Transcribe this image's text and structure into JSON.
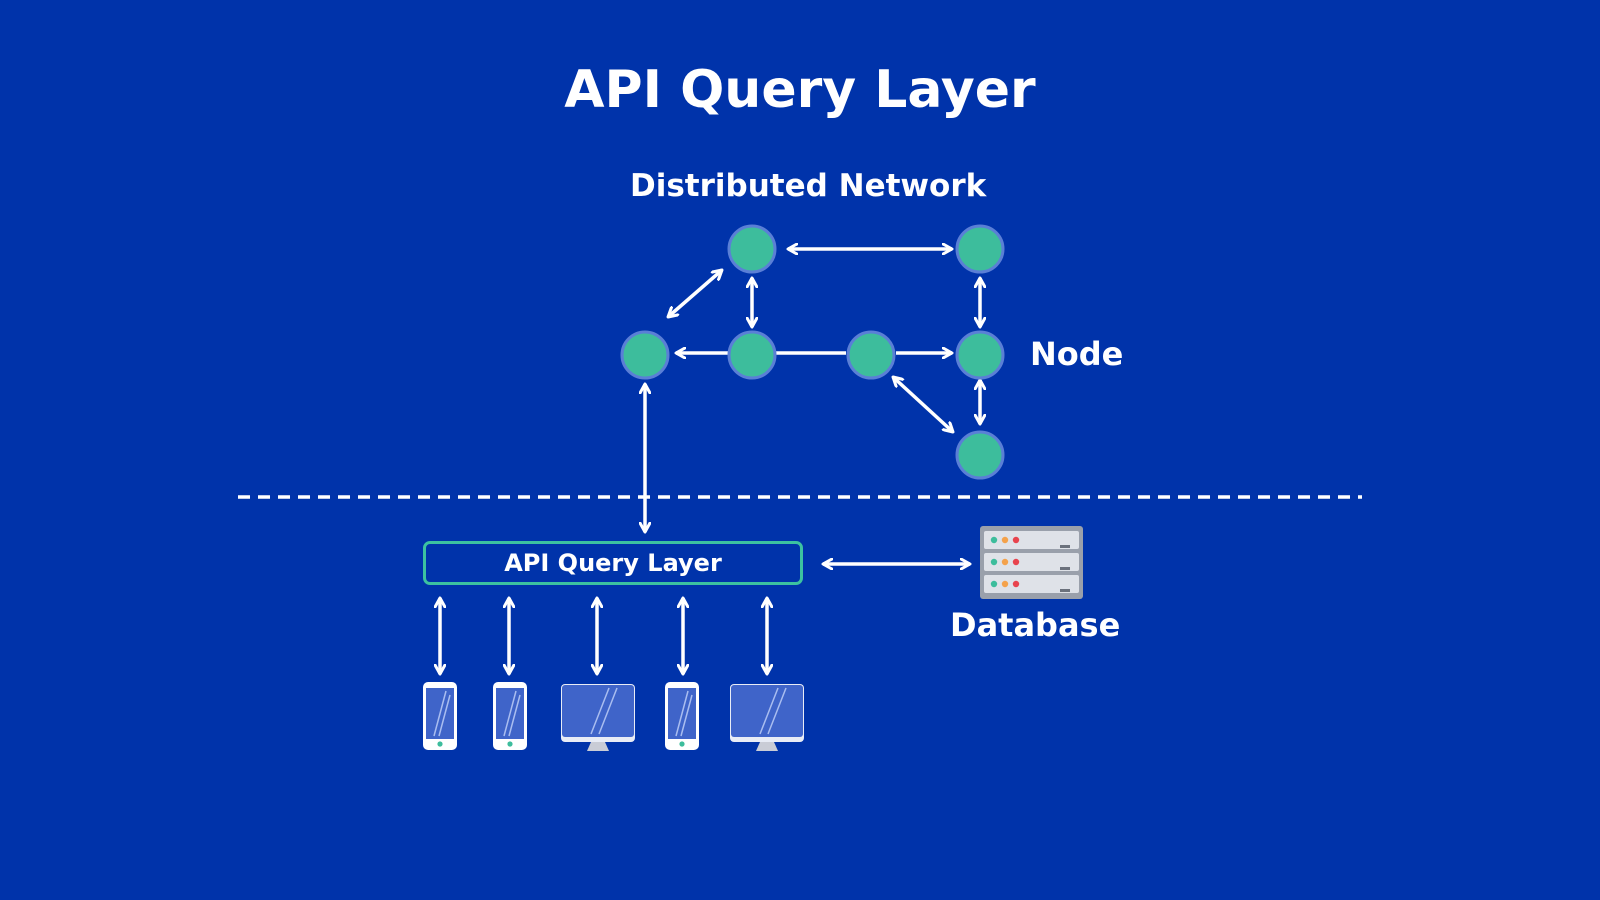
{
  "title": "API Query Layer",
  "network": {
    "label": "Distributed Network",
    "node_label": "Node"
  },
  "api_layer": {
    "label": "API Query Layer"
  },
  "database": {
    "label": "Database",
    "icon": "server-rack-icon"
  },
  "devices": [
    {
      "type": "phone",
      "icon": "smartphone-icon"
    },
    {
      "type": "phone",
      "icon": "smartphone-icon"
    },
    {
      "type": "monitor",
      "icon": "desktop-monitor-icon"
    },
    {
      "type": "phone",
      "icon": "smartphone-icon"
    },
    {
      "type": "monitor",
      "icon": "desktop-monitor-icon"
    }
  ],
  "colors": {
    "background": "#0033aa",
    "node_fill": "#3dbd9c",
    "node_stroke": "#5a7fd6",
    "api_border": "#3cc2a0",
    "lines": "#ffffff"
  }
}
